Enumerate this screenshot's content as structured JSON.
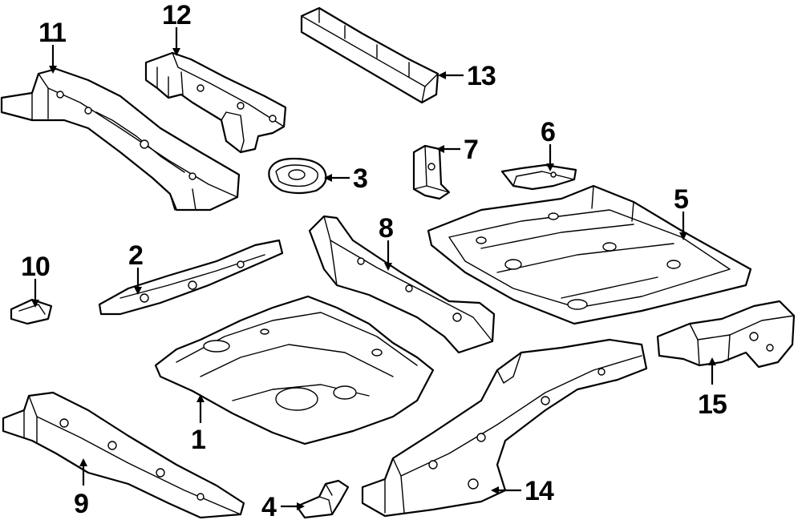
{
  "callouts": {
    "c1": "1",
    "c2": "2",
    "c3": "3",
    "c4": "4",
    "c5": "5",
    "c6": "6",
    "c7": "7",
    "c8": "8",
    "c9": "9",
    "c10": "10",
    "c11": "11",
    "c12": "12",
    "c13": "13",
    "c14": "14",
    "c15": "15"
  },
  "colors": {
    "ink": "#000000",
    "paper": "#ffffff"
  }
}
